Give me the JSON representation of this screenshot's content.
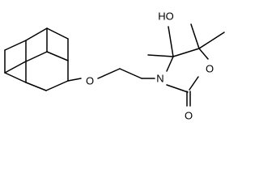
{
  "molecule": {
    "atom_labels": {
      "hydroxyl_oxygen": "HO",
      "ether_oxygen": "O",
      "ring_nitrogen": "N",
      "ring_oxygen": "O",
      "carbonyl_oxygen": "O"
    }
  }
}
